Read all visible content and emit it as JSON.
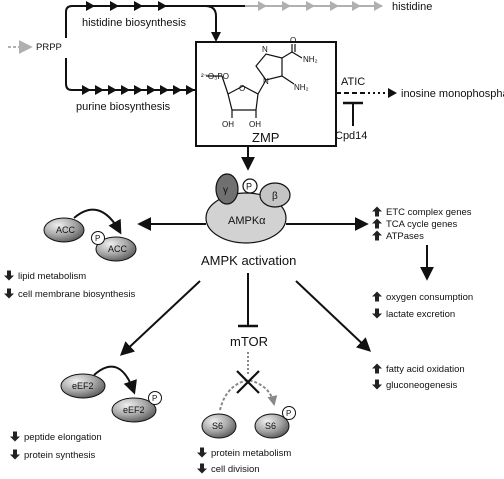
{
  "pathway": {
    "prpp": "PRPP",
    "histidine_biosynthesis": "histidine biosynthesis",
    "histidine": "histidine",
    "purine_biosynthesis": "purine biosynthesis",
    "atic": "ATIC",
    "inosine_monophosphate": "inosine monophosphate",
    "cpd14": "Cpd14"
  },
  "zmp": {
    "label": "ZMP",
    "phosphate": "²⁻O₃PO",
    "nh2_amide": "NH₂",
    "nh2": "NH₂",
    "oxygen": "O",
    "carbonyl_o": "O",
    "n1": "N",
    "n2": "N",
    "oh1": "OH",
    "oh2": "OH"
  },
  "ampk": {
    "alpha": "AMPKα",
    "gamma": "γ",
    "beta": "β",
    "p": "P",
    "activation": "AMPK activation"
  },
  "acc": {
    "acc1": "ACC",
    "acc2": "ACC",
    "p": "P",
    "effects": [
      {
        "dir": "down",
        "text": "lipid metabolism"
      },
      {
        "dir": "down",
        "text": "cell membrane biosynthesis"
      }
    ]
  },
  "mito": {
    "effects": [
      {
        "dir": "up",
        "text": "ETC complex genes"
      },
      {
        "dir": "up",
        "text": "TCA cycle genes"
      },
      {
        "dir": "up",
        "text": "ATPases"
      }
    ],
    "downstream": [
      {
        "dir": "up",
        "text": "oxygen consumption"
      },
      {
        "dir": "down",
        "text": "lactate excretion"
      }
    ]
  },
  "eef2": {
    "eef2a": "eEF2",
    "eef2b": "eEF2",
    "p": "P",
    "effects": [
      {
        "dir": "down",
        "text": "peptide elongation"
      },
      {
        "dir": "down",
        "text": "protein synthesis"
      }
    ]
  },
  "mtor": {
    "label": "mTOR",
    "s6a": "S6",
    "s6b": "S6",
    "p": "P",
    "effects": [
      {
        "dir": "down",
        "text": "protein metabolism"
      },
      {
        "dir": "down",
        "text": "cell division"
      }
    ]
  },
  "fa": {
    "effects": [
      {
        "dir": "up",
        "text": "fatty acid oxidation"
      },
      {
        "dir": "down",
        "text": "gluconeogenesis"
      }
    ]
  },
  "colors": {
    "ink": "#111111",
    "grey_arrow": "#b0b0b0",
    "ampk_body": "#d2d2d2",
    "gamma": "#707070",
    "beta": "#c4c4c4",
    "protein_grad_light": "#e4e4e4",
    "protein_grad_dark": "#6a6a6a"
  }
}
